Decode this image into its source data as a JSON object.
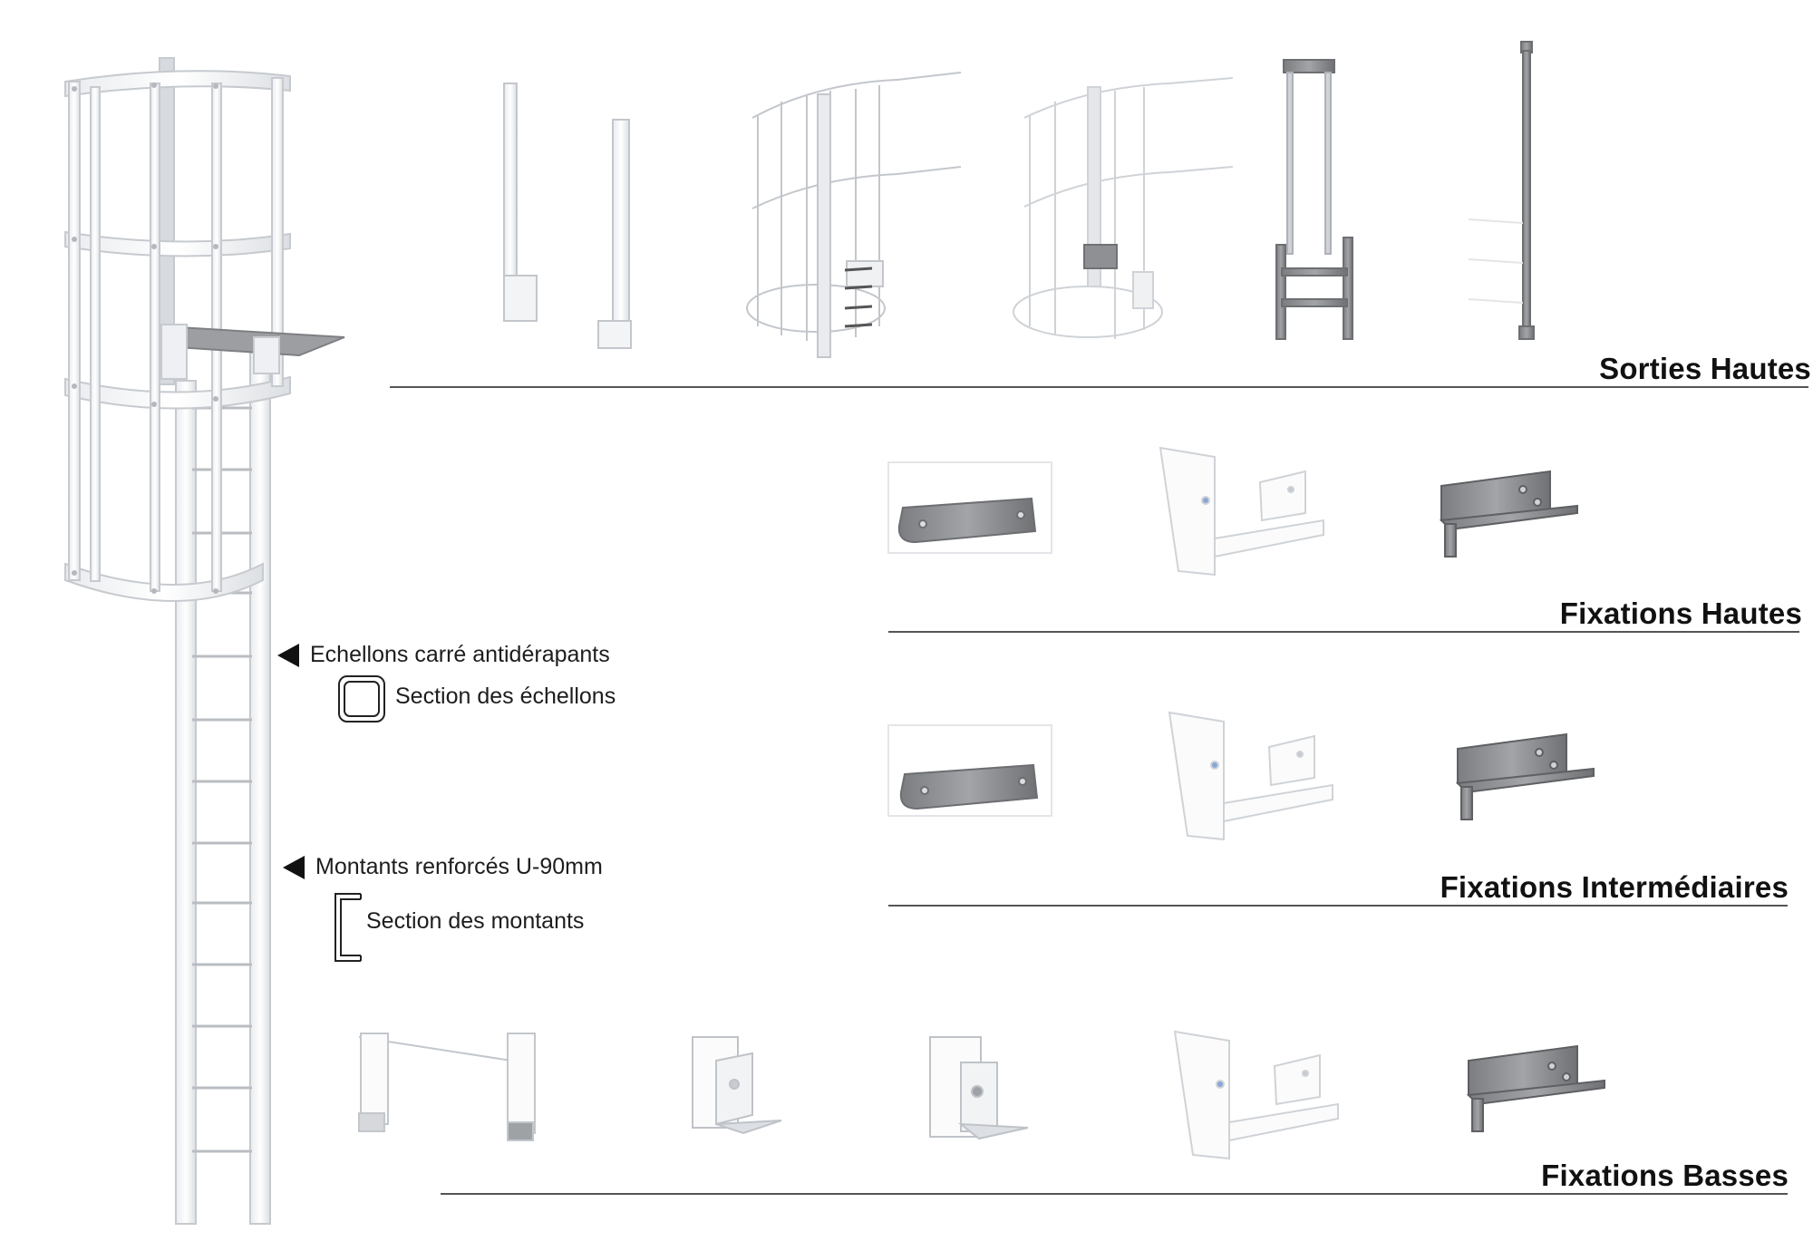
{
  "sections": {
    "sorties_hautes": "Sorties Hautes",
    "fixations_hautes": "Fixations Hautes",
    "fixations_intermediaires": "Fixations Intermédiaires",
    "fixations_basses": "Fixations Basses"
  },
  "callouts": {
    "rungs": "Echellons carré antidérapants",
    "rung_section": "Section des échellons",
    "uprights": "Montants renforcés U-90mm",
    "upright_section": "Section des montants"
  },
  "colors": {
    "ink": "#111111",
    "rule": "#555555",
    "white_part": "#fbfbfb",
    "part_outline": "#c9ccd0",
    "grey_metal": "#8e9093"
  }
}
